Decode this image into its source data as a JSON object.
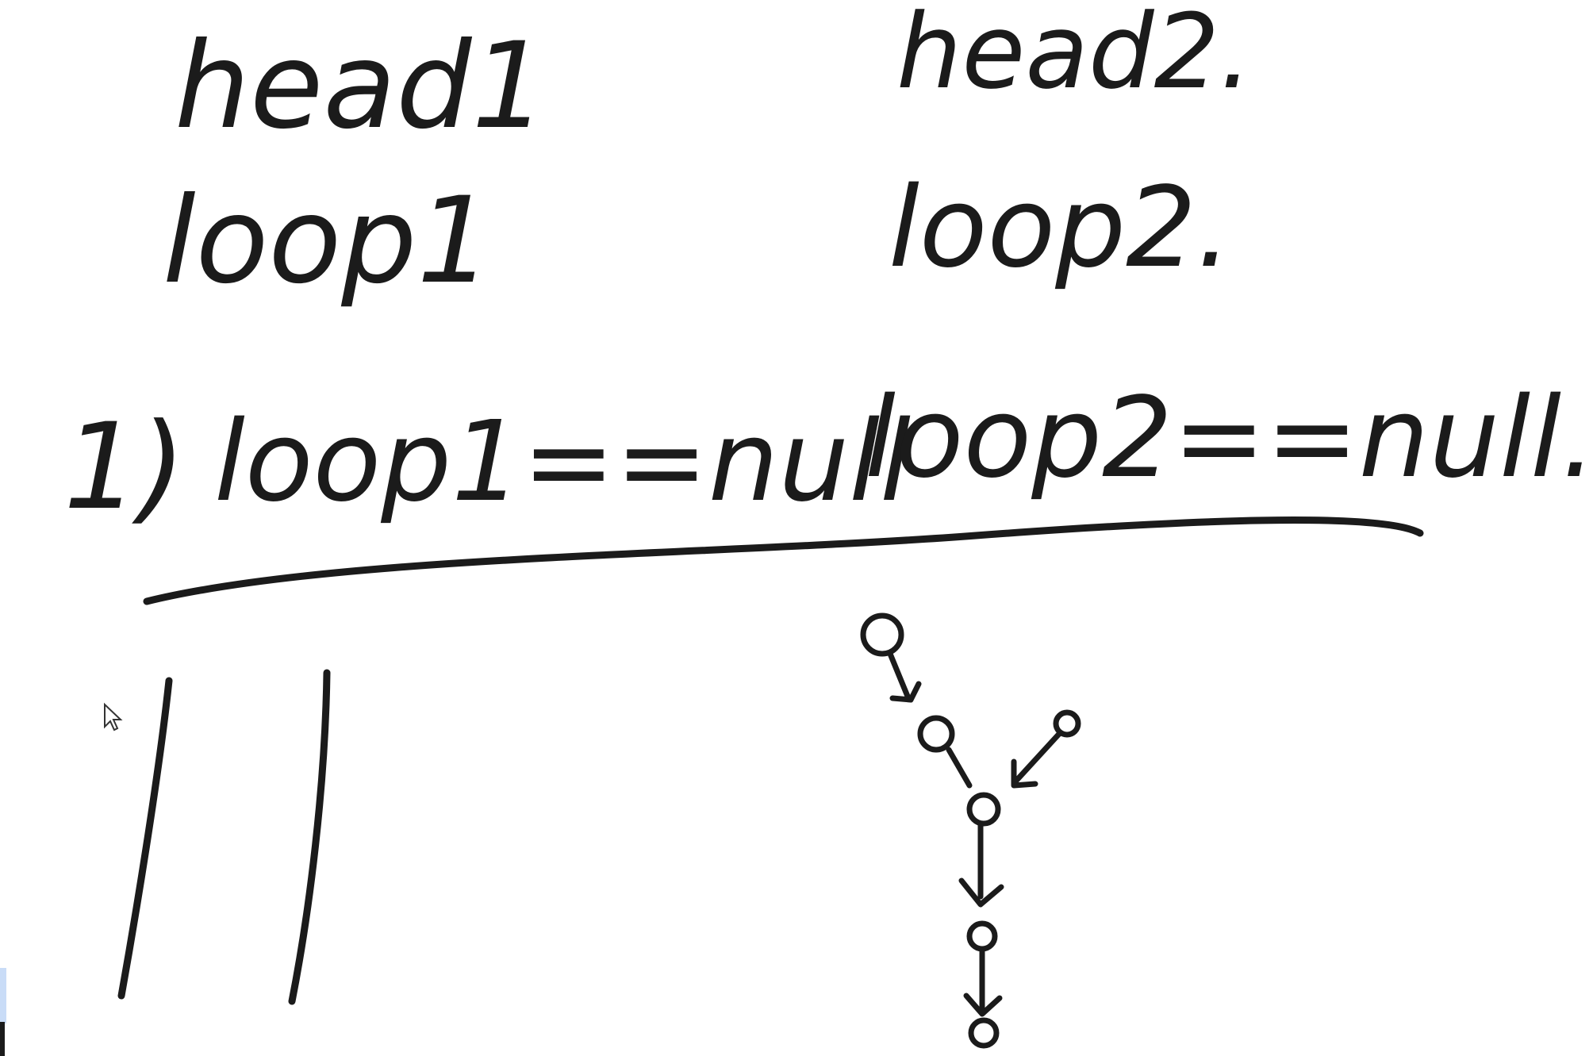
{
  "labels": {
    "head1": "head1",
    "head2": "head2.",
    "loop1": "loop1",
    "loop2": "loop2.",
    "case_number": "1)",
    "cond1": "loop1==null",
    "cond2": "loop2==null."
  },
  "colors": {
    "ink": "#1b1b1b",
    "background": "#ffffff"
  },
  "icons": {
    "cursor": "mouse-pointer-icon"
  }
}
